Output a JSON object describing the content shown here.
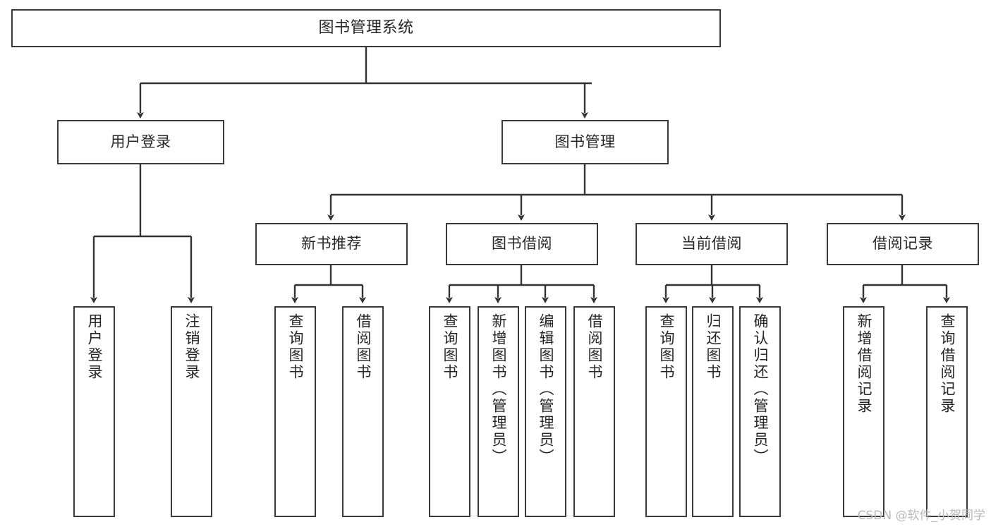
{
  "diagram": {
    "type": "tree-hierarchy",
    "title": "图书管理系统",
    "watermark": "CSDN @软件_小贺同学",
    "colors": {
      "box_border": "#3a3a3a",
      "box_fill": "#ffffff",
      "connector": "#333333",
      "text": "#262626",
      "watermark": "#b9b9b9"
    },
    "nodes": {
      "root": {
        "label": "图书管理系统"
      },
      "level1": [
        {
          "label": "用户登录"
        },
        {
          "label": "图书管理"
        }
      ],
      "level2": [
        {
          "label": "新书推荐"
        },
        {
          "label": "图书借阅"
        },
        {
          "label": "当前借阅"
        },
        {
          "label": "借阅记录"
        }
      ],
      "leaves": {
        "user_login": [
          {
            "label": "用户登录"
          },
          {
            "label": "注销登录"
          }
        ],
        "new_book": [
          {
            "label": "查询图书"
          },
          {
            "label": "借阅图书"
          }
        ],
        "book_borrow": [
          {
            "label": "查询图书"
          },
          {
            "label": "新增图书（管理员）"
          },
          {
            "label": "编辑图书（管理员）"
          },
          {
            "label": "借阅图书"
          }
        ],
        "current_borrow": [
          {
            "label": "查询图书"
          },
          {
            "label": "归还图书"
          },
          {
            "label": "确认归还（管理员）"
          }
        ],
        "borrow_record": [
          {
            "label": "新增借阅记录"
          },
          {
            "label": "查询借阅记录"
          }
        ]
      }
    }
  }
}
